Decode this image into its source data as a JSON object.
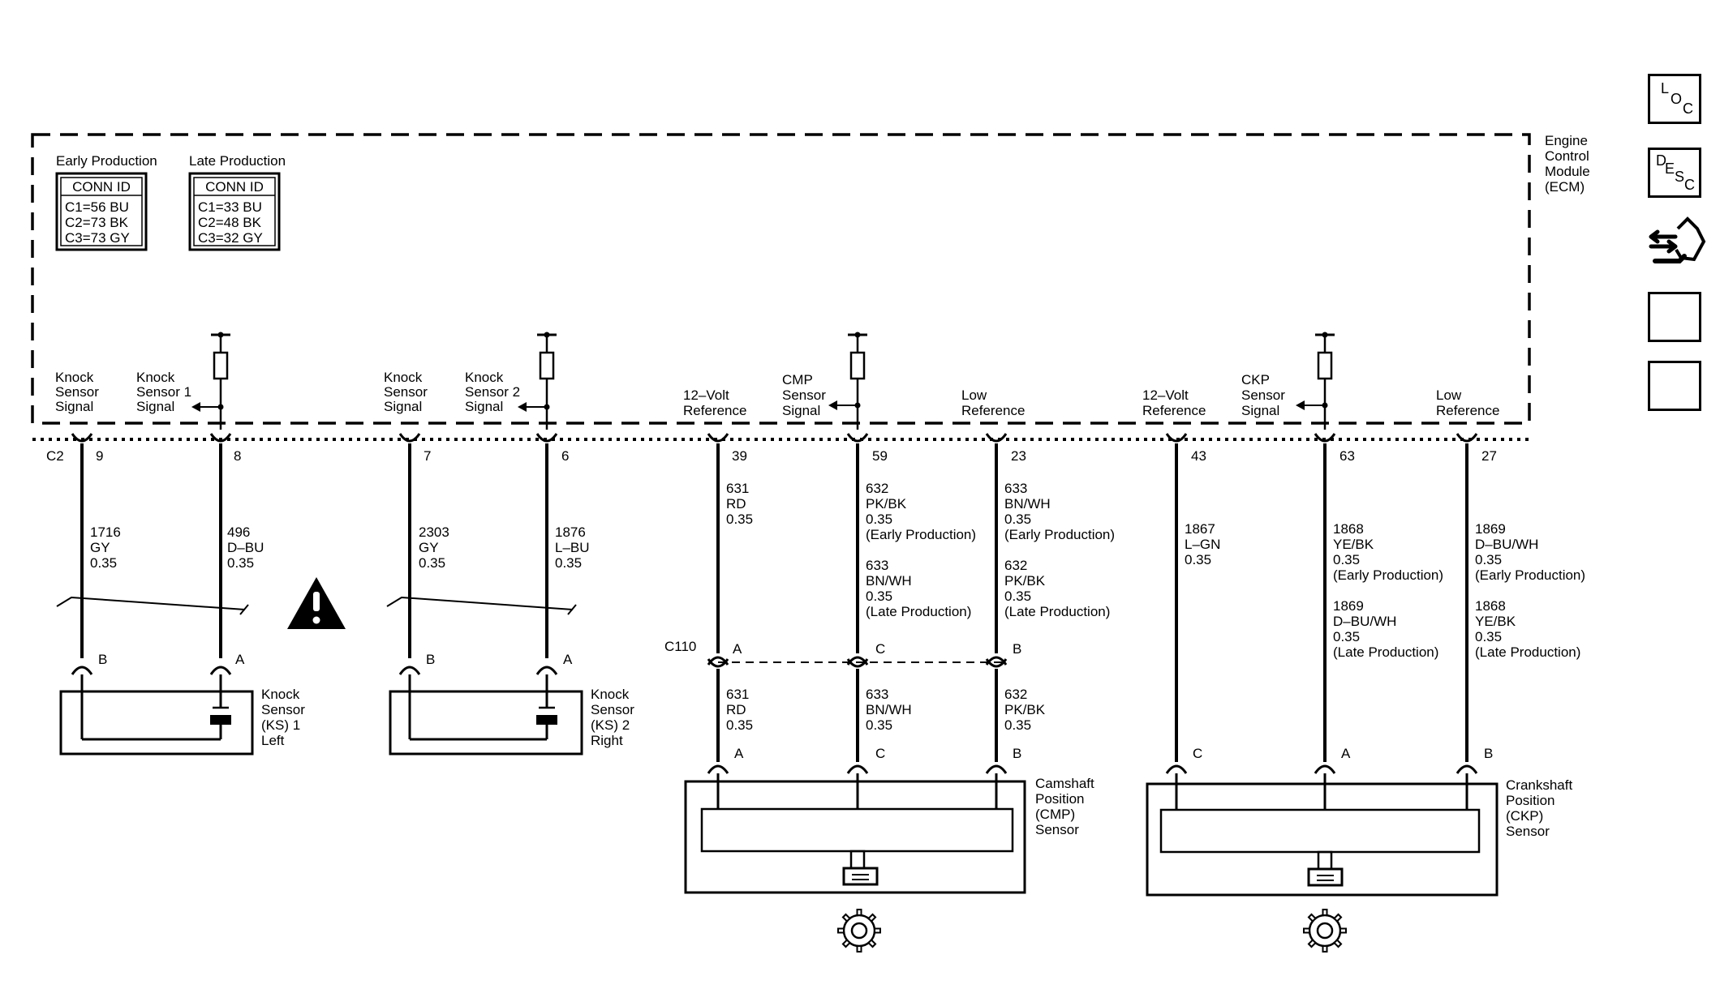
{
  "module": {
    "label": [
      "Engine",
      "Control",
      "Module",
      "(ECM)"
    ]
  },
  "conn_tables": [
    {
      "heading": "Early Production",
      "header": "CONN ID",
      "rows": [
        "C1=56 BU",
        "C2=73 BK",
        "C3=73 GY"
      ]
    },
    {
      "heading": "Late Production",
      "header": "CONN ID",
      "rows": [
        "C1=33 BU",
        "C2=48 BK",
        "C3=32 GY"
      ]
    }
  ],
  "connectors": {
    "c2": "C2",
    "c110": "C110"
  },
  "pins": [
    {
      "id": "p9",
      "ecm_pin": "9",
      "label": [
        "Knock",
        "Sensor",
        "Signal"
      ],
      "wire": [
        "1716",
        "GY",
        "0.35"
      ],
      "dev_pin": "B"
    },
    {
      "id": "p8",
      "ecm_pin": "8",
      "label": [
        "Knock",
        "Sensor 1",
        "Signal"
      ],
      "wire": [
        "496",
        "D–BU",
        "0.35"
      ],
      "dev_pin": "A"
    },
    {
      "id": "p7",
      "ecm_pin": "7",
      "label": [
        "Knock",
        "Sensor",
        "Signal"
      ],
      "wire": [
        "2303",
        "GY",
        "0.35"
      ],
      "dev_pin": "B"
    },
    {
      "id": "p6",
      "ecm_pin": "6",
      "label": [
        "Knock",
        "Sensor 2",
        "Signal"
      ],
      "wire": [
        "1876",
        "L–BU",
        "0.35"
      ],
      "dev_pin": "A"
    },
    {
      "id": "p39",
      "ecm_pin": "39",
      "label": [
        "12–Volt",
        "Reference"
      ],
      "wire": [
        "631",
        "RD",
        "0.35"
      ],
      "c110_pin": "A",
      "wire2": [
        "631",
        "RD",
        "0.35"
      ],
      "dev_pin": "A"
    },
    {
      "id": "p59",
      "ecm_pin": "59",
      "label": [
        "CMP",
        "Sensor",
        "Signal"
      ],
      "wire": [
        "632",
        "PK/BK",
        "0.35",
        "(Early Production)",
        "",
        "633",
        "BN/WH",
        "0.35",
        "(Late Production)"
      ],
      "c110_pin": "C",
      "wire2": [
        "633",
        "BN/WH",
        "0.35"
      ],
      "dev_pin": "C"
    },
    {
      "id": "p23",
      "ecm_pin": "23",
      "label": [
        "Low",
        "Reference"
      ],
      "wire": [
        "633",
        "BN/WH",
        "0.35",
        "(Early Production)",
        "",
        "632",
        "PK/BK",
        "0.35",
        "(Late Production)"
      ],
      "c110_pin": "B",
      "wire2": [
        "632",
        "PK/BK",
        "0.35"
      ],
      "dev_pin": "B"
    },
    {
      "id": "p43",
      "ecm_pin": "43",
      "label": [
        "12–Volt",
        "Reference"
      ],
      "wire": [
        "1867",
        "L–GN",
        "0.35"
      ],
      "dev_pin": "C"
    },
    {
      "id": "p63",
      "ecm_pin": "63",
      "label": [
        "CKP",
        "Sensor",
        "Signal"
      ],
      "wire": [
        "1868",
        "YE/BK",
        "0.35",
        "(Early Production)",
        "",
        "1869",
        "D–BU/WH",
        "0.35",
        "(Late Production)"
      ],
      "dev_pin": "A"
    },
    {
      "id": "p27",
      "ecm_pin": "27",
      "label": [
        "Low",
        "Reference"
      ],
      "wire": [
        "1869",
        "D–BU/WH",
        "0.35",
        "(Early Production)",
        "",
        "1868",
        "YE/BK",
        "0.35",
        "(Late Production)"
      ],
      "dev_pin": "B"
    }
  ],
  "components": {
    "ks1": [
      "Knock",
      "Sensor",
      "(KS) 1",
      "Left"
    ],
    "ks2": [
      "Knock",
      "Sensor",
      "(KS) 2",
      "Right"
    ],
    "cmp": [
      "Camshaft",
      "Position",
      "(CMP)",
      "Sensor"
    ],
    "ckp": [
      "Crankshaft",
      "Position",
      "(CKP)",
      "Sensor"
    ]
  },
  "side_buttons": {
    "loc": [
      "L",
      "O",
      "C"
    ],
    "desc": [
      "D",
      "E",
      "S",
      "C"
    ],
    "icons": [
      "connector-tool-icon",
      "arrow-right-icon",
      "arrow-left-icon"
    ]
  }
}
